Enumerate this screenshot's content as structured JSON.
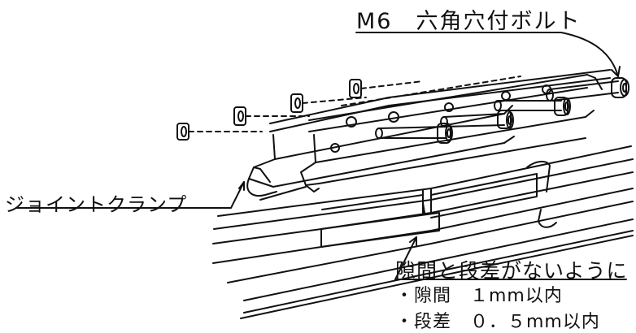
{
  "labels": {
    "bolt": "M6　六角穴付ボルト",
    "joint_clamp": "ジョイントクランプ",
    "note_title": "隙間と段差がないように",
    "gap_item": "・隙間　１mm以内",
    "step_item": "・段差　０．５mm以内"
  }
}
